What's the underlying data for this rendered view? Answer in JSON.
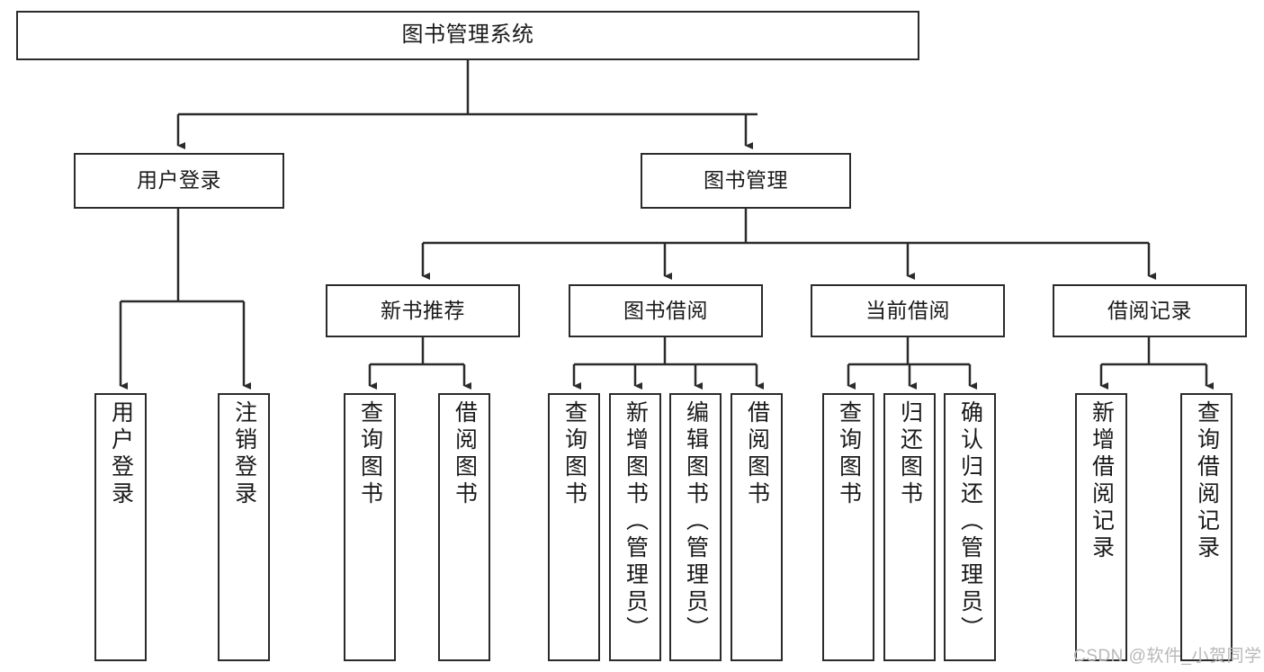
{
  "diagram": {
    "title": "图书管理系统",
    "type": "functional-structure-tree",
    "watermark": "CSDN @软件_小贺同学",
    "colors": {
      "stroke": "#2b2b2b",
      "fill": "#ffffff",
      "text": "#1a1a1a",
      "watermark": "#b8b8b8"
    },
    "nodes": {
      "root": {
        "label": "图书管理系统"
      },
      "level2": [
        {
          "id": "user-login",
          "label": "用户登录"
        },
        {
          "id": "book-manage",
          "label": "图书管理"
        }
      ],
      "level3": [
        {
          "id": "new-book-recommend",
          "label": "新书推荐"
        },
        {
          "id": "book-borrow",
          "label": "图书借阅"
        },
        {
          "id": "current-borrow",
          "label": "当前借阅"
        },
        {
          "id": "borrow-record",
          "label": "借阅记录"
        }
      ],
      "leaves": {
        "user-login": [
          {
            "id": "leaf-user-login",
            "label": "用户登录"
          },
          {
            "id": "leaf-logout",
            "label": "注销登录"
          }
        ],
        "new-book-recommend": [
          {
            "id": "leaf-query-book-1",
            "label": "查询图书"
          },
          {
            "id": "leaf-borrow-book-1",
            "label": "借阅图书"
          }
        ],
        "book-borrow": [
          {
            "id": "leaf-query-book-2",
            "label": "查询图书"
          },
          {
            "id": "leaf-add-book",
            "label": "新增图书（管理员）"
          },
          {
            "id": "leaf-edit-book",
            "label": "编辑图书（管理员）"
          },
          {
            "id": "leaf-borrow-book-2",
            "label": "借阅图书"
          }
        ],
        "current-borrow": [
          {
            "id": "leaf-query-book-3",
            "label": "查询图书"
          },
          {
            "id": "leaf-return-book",
            "label": "归还图书"
          },
          {
            "id": "leaf-confirm-return",
            "label": "确认归还（管理员）"
          }
        ],
        "borrow-record": [
          {
            "id": "leaf-add-record",
            "label": "新增借阅记录"
          },
          {
            "id": "leaf-query-record",
            "label": "查询借阅记录"
          }
        ]
      }
    }
  }
}
